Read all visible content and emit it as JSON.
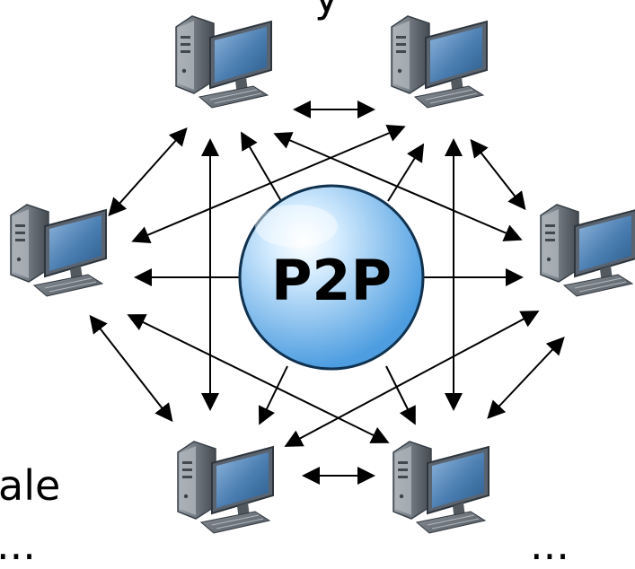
{
  "hub": {
    "label": "P2P",
    "fill_light": "#d8eeff",
    "fill_dark": "#4d9de0",
    "stroke": "#10324f"
  },
  "computers": [
    {
      "name": "computer-top-left"
    },
    {
      "name": "computer-top-right"
    },
    {
      "name": "computer-left"
    },
    {
      "name": "computer-right"
    },
    {
      "name": "computer-bottom-left"
    },
    {
      "name": "computer-bottom-right"
    }
  ],
  "cropped_text": {
    "top": "y",
    "bottom_left": "ale",
    "bottom_left_2": "...",
    "bottom_right": "..."
  },
  "colors": {
    "arrow": "#000000",
    "monitor_frame": "#5a6470",
    "monitor_screen": "#4a7db1",
    "tower": "#666d75",
    "keyboard": "#4d545c"
  }
}
